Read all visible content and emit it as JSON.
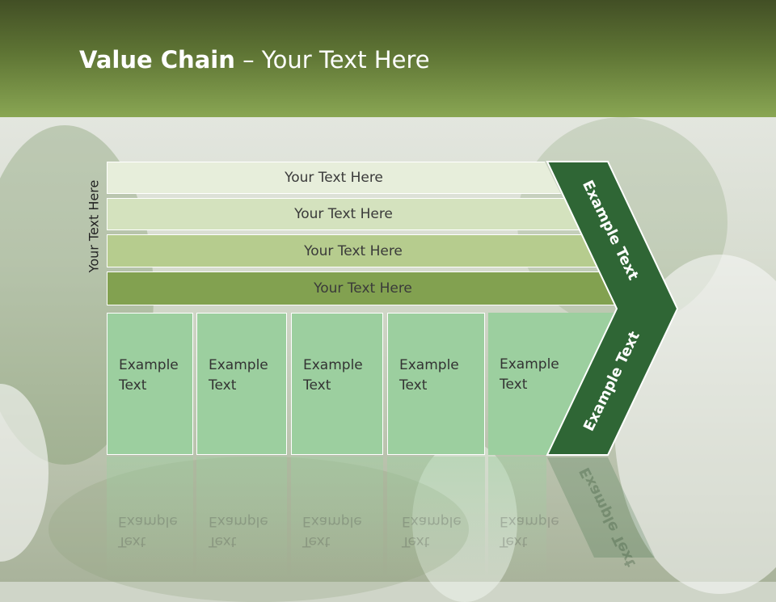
{
  "title": {
    "bold": "Value Chain",
    "rest": " – Your Text Here"
  },
  "side_label": "Your Text Here",
  "bars": [
    {
      "label": "Your Text Here",
      "color": "#e7eedb"
    },
    {
      "label": "Your Text Here",
      "color": "#d4e2be"
    },
    {
      "label": "Your Text Here",
      "color": "#b6cc8e"
    },
    {
      "label": "Your Text Here",
      "color": "#82a150"
    }
  ],
  "cells": [
    {
      "line1": "Example",
      "line2": "Text"
    },
    {
      "line1": "Example",
      "line2": "Text"
    },
    {
      "line1": "Example",
      "line2": "Text"
    },
    {
      "line1": "Example",
      "line2": "Text"
    },
    {
      "line1": "Example",
      "line2": "Text"
    }
  ],
  "chevron": {
    "upper_label": "Example Text",
    "lower_label": "Example Text",
    "color": "#2f6635"
  },
  "colors": {
    "header_dark": "#424f25",
    "header_light": "#89a653",
    "cell": "#9ccf9f"
  }
}
